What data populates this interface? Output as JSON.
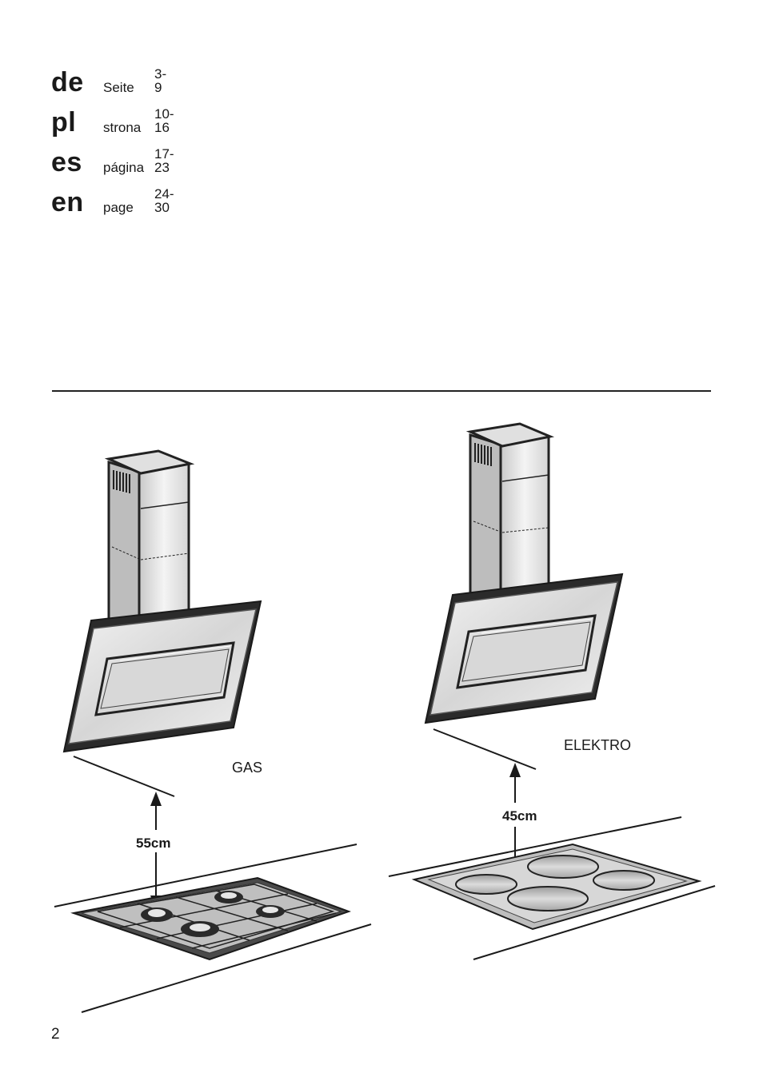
{
  "languages": [
    {
      "code": "de",
      "word": "Seite",
      "pages": "3-9"
    },
    {
      "code": "pl",
      "word": "strona",
      "pages": "10-16"
    },
    {
      "code": "es",
      "word": "página",
      "pages": "17-23"
    },
    {
      "code": "en",
      "word": "page",
      "pages": "24-30"
    }
  ],
  "illustration": {
    "gas_label": "GAS",
    "gas_distance": "55cm",
    "elektro_label": "ELEKTRO",
    "elektro_distance": "45cm"
  },
  "page_number": "2"
}
